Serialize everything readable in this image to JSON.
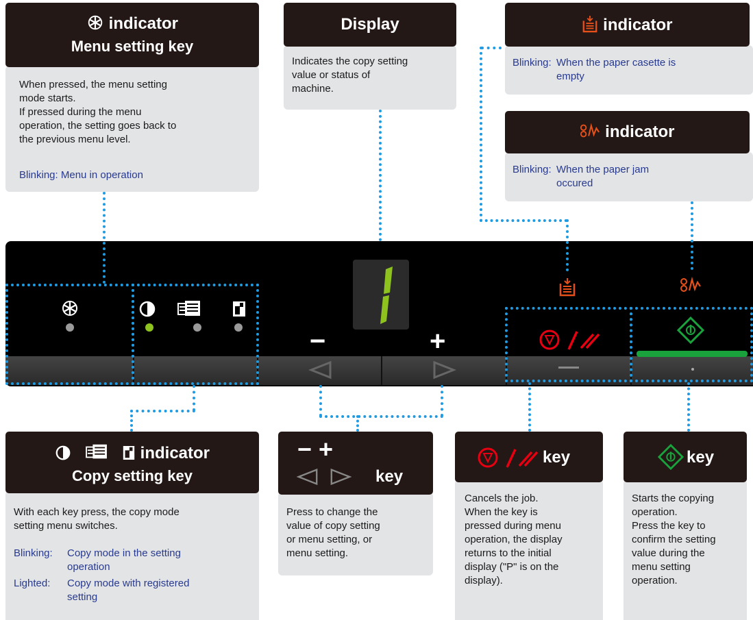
{
  "menu": {
    "header_line1": "indicator",
    "header_line2": "Menu setting key",
    "body": "When pressed, the menu setting\nmode starts.\nIf pressed during the menu\noperation, the setting goes back to\nthe previous menu level.",
    "blinking": "Blinking: Menu in operation"
  },
  "display": {
    "header": "Display",
    "body": "Indicates the copy setting\nvalue or status of\nmachine.",
    "digit": "1"
  },
  "paper_casette": {
    "header": "indicator",
    "blinking_label": "Blinking:",
    "blinking_text": "When the paper casette is\nempty"
  },
  "paper_jam": {
    "header": "indicator",
    "blinking_label": "Blinking:",
    "blinking_text": "When the paper jam\noccured"
  },
  "copy_setting": {
    "header_line1": "indicator",
    "header_line2": "Copy setting key",
    "body": "With each key press, the copy mode\nsetting menu switches.",
    "blinking_label": "Blinking:",
    "blinking_text": "Copy mode in the setting\noperation",
    "lighted_label": "Lighted:",
    "lighted_text": "Copy mode with registered\nsetting"
  },
  "plus_minus": {
    "header": "key",
    "body": "Press to change the\nvalue of copy setting\nor menu setting, or\nmenu setting.",
    "minus": "−",
    "plus": "+"
  },
  "stop_key": {
    "header": "key",
    "body": "Cancels the job.\nWhen the key is\npressed during menu\noperation, the display\nreturns to the initial\ndisplay (\"P\" is on the\ndisplay)."
  },
  "start_key": {
    "header": "key",
    "body": "Starts the copying\noperation.\nPress the key to\nconfirm the setting\nvalue during the\nmenu setting\noperation."
  },
  "icons": [
    "menu-setting-icon",
    "contrast-icon",
    "copy-mode-icon",
    "id-card-icon",
    "paper-casette-icon",
    "paper-jam-icon",
    "stop-reset-icon",
    "start-icon",
    "left-triangle-icon",
    "right-triangle-icon"
  ],
  "colors": {
    "header_bg": "#231815",
    "callout_bg": "#e3e4e6",
    "blue_text": "#283a8f",
    "dotted_line": "#1e9be2",
    "led_on": "#8dc21f",
    "led_off": "#9a9a9a",
    "segment": "#8dc21f",
    "orange": "#e8501a",
    "red": "#e60012",
    "green": "#1aa23d"
  }
}
